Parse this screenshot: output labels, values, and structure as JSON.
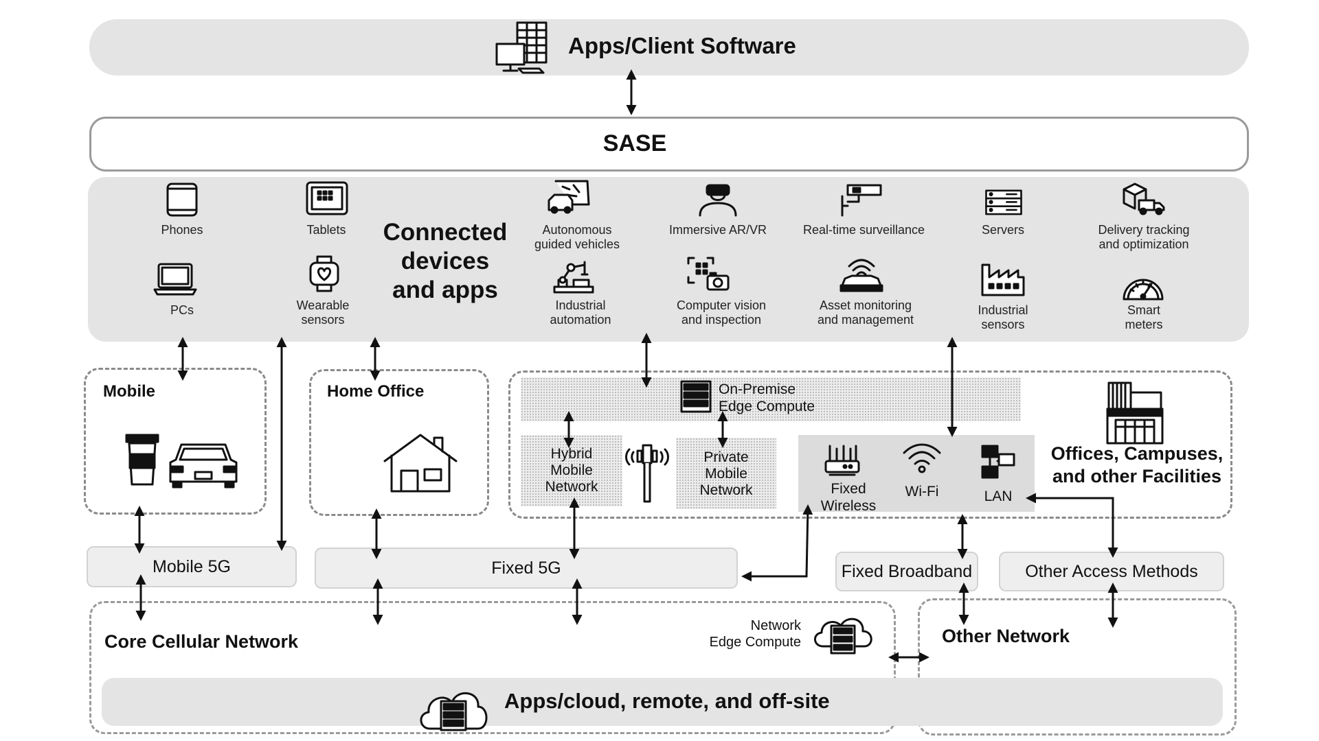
{
  "apps_client": {
    "label": "Apps/Client Software"
  },
  "sase": {
    "label": "SASE"
  },
  "connected": {
    "title_line1": "Connected",
    "title_line2": "devices",
    "title_line3": "and apps",
    "phones": "Phones",
    "tablets": "Tablets",
    "pcs": "PCs",
    "wearable_1": "Wearable",
    "wearable_2": "sensors",
    "agv_1": "Autonomous",
    "agv_2": "guided vehicles",
    "ind_auto_1": "Industrial",
    "ind_auto_2": "automation",
    "arvr": "Immersive AR/VR",
    "cv_1": "Computer vision",
    "cv_2": "and inspection",
    "surveil": "Real-time surveillance",
    "asset_1": "Asset monitoring",
    "asset_2": "and management",
    "servers": "Servers",
    "ind_sens_1": "Industrial",
    "ind_sens_2": "sensors",
    "delivery_1": "Delivery tracking",
    "delivery_2": "and optimization",
    "meters_1": "Smart",
    "meters_2": "meters"
  },
  "mobile": {
    "label": "Mobile"
  },
  "home_office": {
    "label": "Home Office"
  },
  "on_prem": {
    "line1": "On-Premise",
    "line2": "Edge Compute"
  },
  "hybrid": {
    "line1": "Hybrid",
    "line2": "Mobile",
    "line3": "Network"
  },
  "private": {
    "line1": "Private",
    "line2": "Mobile",
    "line3": "Network"
  },
  "fixed_wireless": {
    "line1": "Fixed",
    "line2": "Wireless"
  },
  "wifi": {
    "label": "Wi-Fi"
  },
  "lan": {
    "label": "LAN"
  },
  "offices": {
    "line1": "Offices, Campuses,",
    "line2": "and other Facilities"
  },
  "access": {
    "mobile_5g": "Mobile 5G",
    "fixed_5g": "Fixed 5G",
    "fixed_broadband": "Fixed Broadband",
    "other_access": "Other Access Methods"
  },
  "core": {
    "label": "Core Cellular Network"
  },
  "net_edge": {
    "line1": "Network",
    "line2": "Edge Compute"
  },
  "other_network": {
    "label": "Other Network"
  },
  "cloud": {
    "label": "Apps/cloud, remote, and off-site"
  }
}
